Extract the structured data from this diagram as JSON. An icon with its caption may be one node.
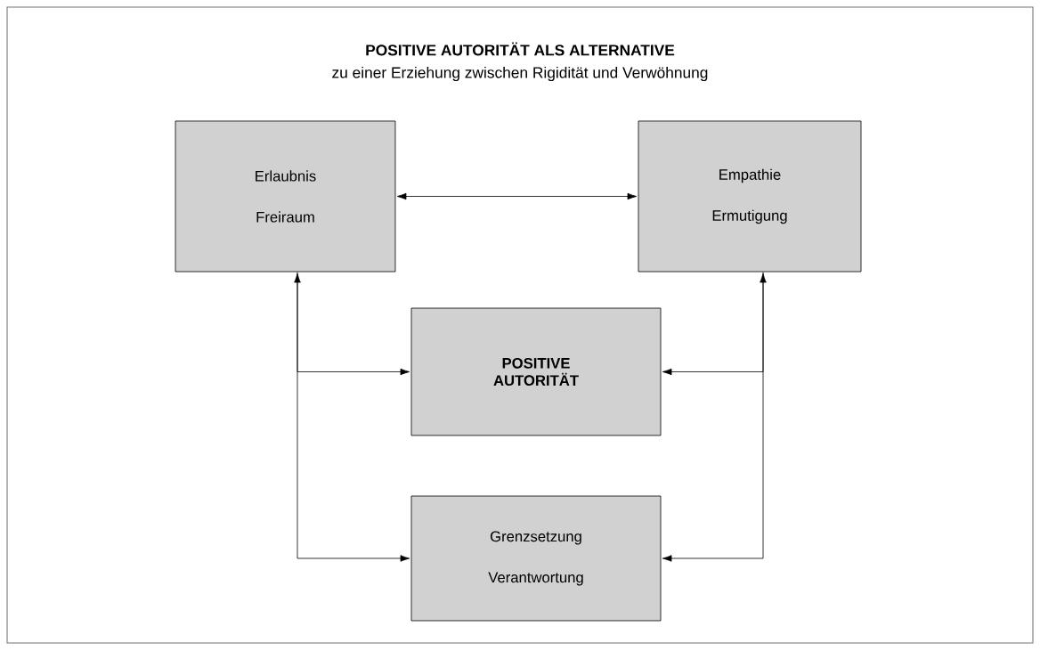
{
  "diagram": {
    "title": "POSITIVE AUTORITÄT ALS ALTERNATIVE",
    "nodes": [
      {
        "text": [
          "Erlaubnis",
          "Freiraum"
        ]
      },
      {
        "text": [
          "Empathie",
          "Ermutigung"
        ]
      },
      {
        "text": [
          "POSITIVE AUTORITÄT"
        ]
      },
      {
        "text": [
          "Grenzsetzung",
          "Verantwortung"
        ]
      }
    ],
    "edges": [
      {
        "from": 0,
        "to": 1,
        "arrow": "both"
      },
      {
        "from": 0,
        "to": 2,
        "arrow": "to"
      },
      {
        "from": 0,
        "to": 3,
        "arrow": "both"
      },
      {
        "from": 1,
        "to": 2,
        "arrow": "to"
      },
      {
        "from": 1,
        "to": 3,
        "arrow": "both"
      }
    ],
    "labels": [
      "zu einer Erziehung zwischen Rigidität und Verwöhnung"
    ]
  }
}
